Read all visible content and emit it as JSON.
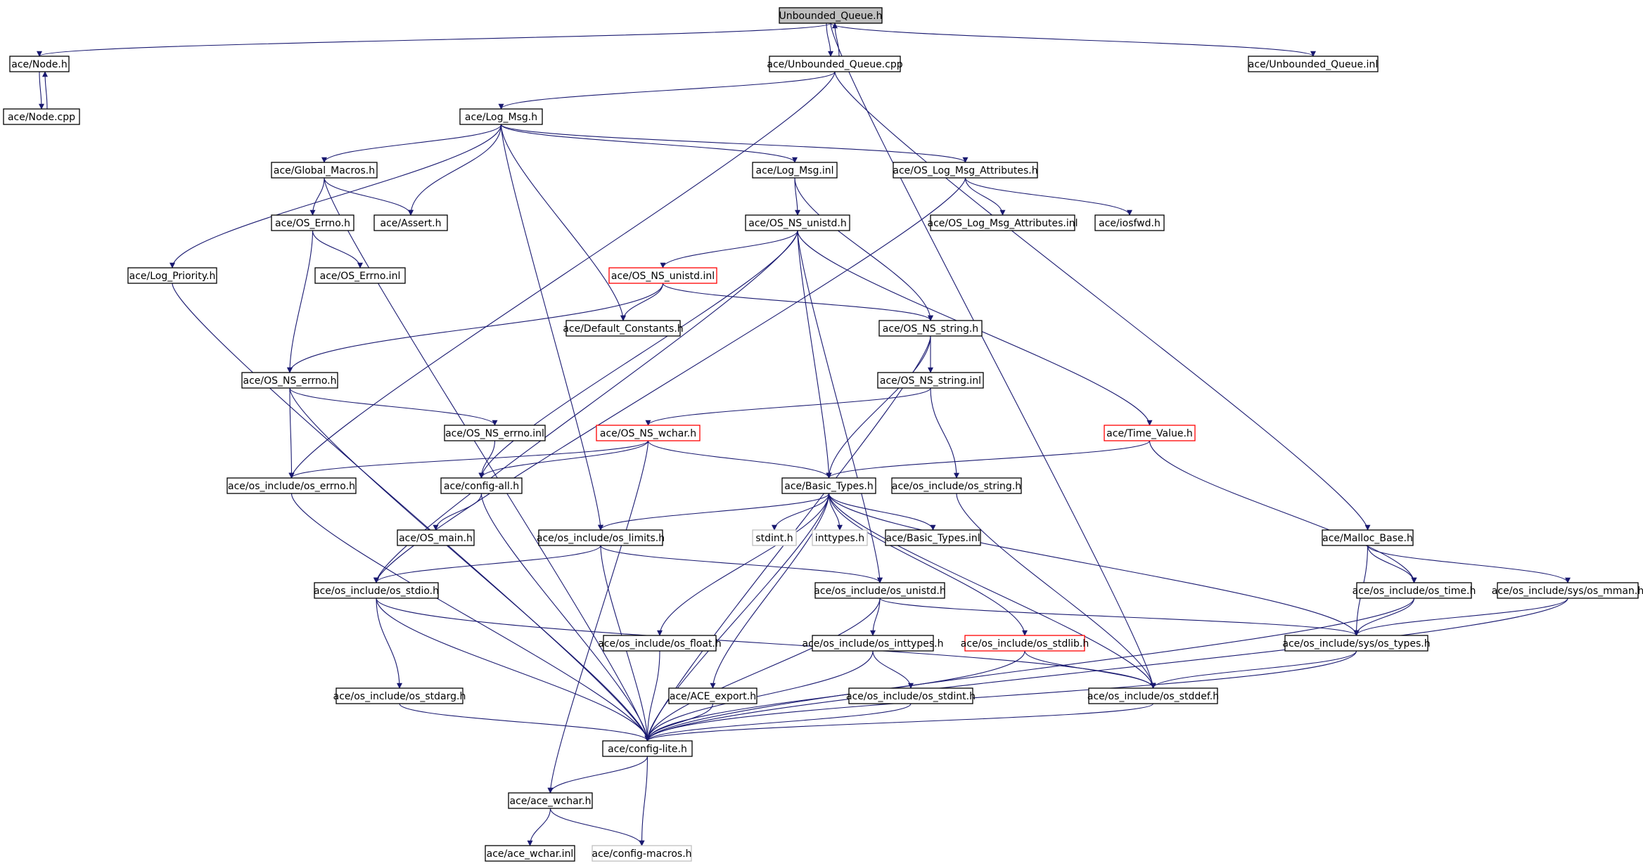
{
  "graph": {
    "colors": {
      "edge": "#191970",
      "root_fill": "#bfbfbf",
      "missing_border": "#ff0000",
      "external_border": "#bfbfbf"
    },
    "nodes": [
      {
        "id": "n0",
        "label": "Unbounded_Queue.h",
        "style": "root"
      },
      {
        "id": "n1",
        "label": "ace/Node.h",
        "style": "normal"
      },
      {
        "id": "n2",
        "label": "ace/Node.cpp",
        "style": "normal"
      },
      {
        "id": "n3",
        "label": "ace/Unbounded_Queue.cpp",
        "style": "normal"
      },
      {
        "id": "n4",
        "label": "ace/Unbounded_Queue.inl",
        "style": "normal"
      },
      {
        "id": "n5",
        "label": "ace/Log_Msg.h",
        "style": "normal"
      },
      {
        "id": "n6",
        "label": "ace/Global_Macros.h",
        "style": "normal"
      },
      {
        "id": "n7",
        "label": "ace/Log_Msg.inl",
        "style": "normal"
      },
      {
        "id": "n8",
        "label": "ace/OS_Log_Msg_Attributes.h",
        "style": "normal"
      },
      {
        "id": "n9",
        "label": "ace/OS_Errno.h",
        "style": "normal"
      },
      {
        "id": "n10",
        "label": "ace/Assert.h",
        "style": "normal"
      },
      {
        "id": "n11",
        "label": "ace/OS_NS_unistd.h",
        "style": "normal"
      },
      {
        "id": "n12",
        "label": "ace/OS_Log_Msg_Attributes.inl",
        "style": "normal"
      },
      {
        "id": "n13",
        "label": "ace/iosfwd.h",
        "style": "normal"
      },
      {
        "id": "n14",
        "label": "ace/Log_Priority.h",
        "style": "normal"
      },
      {
        "id": "n15",
        "label": "ace/OS_Errno.inl",
        "style": "normal"
      },
      {
        "id": "n16",
        "label": "ace/OS_NS_unistd.inl",
        "style": "red"
      },
      {
        "id": "n17",
        "label": "ace/Default_Constants.h",
        "style": "normal"
      },
      {
        "id": "n18",
        "label": "ace/OS_NS_string.h",
        "style": "normal"
      },
      {
        "id": "n19",
        "label": "ace/OS_NS_errno.h",
        "style": "normal"
      },
      {
        "id": "n20",
        "label": "ace/OS_NS_string.inl",
        "style": "normal"
      },
      {
        "id": "n21",
        "label": "ace/OS_NS_errno.inl",
        "style": "normal"
      },
      {
        "id": "n22",
        "label": "ace/OS_NS_wchar.h",
        "style": "red"
      },
      {
        "id": "n23",
        "label": "ace/Time_Value.h",
        "style": "red"
      },
      {
        "id": "n24",
        "label": "ace/os_include/os_errno.h",
        "style": "normal"
      },
      {
        "id": "n25",
        "label": "ace/config-all.h",
        "style": "normal"
      },
      {
        "id": "n26",
        "label": "ace/Basic_Types.h",
        "style": "normal"
      },
      {
        "id": "n27",
        "label": "ace/os_include/os_string.h",
        "style": "normal"
      },
      {
        "id": "n28",
        "label": "ace/OS_main.h",
        "style": "normal"
      },
      {
        "id": "n29",
        "label": "ace/os_include/os_limits.h",
        "style": "normal"
      },
      {
        "id": "n30",
        "label": "stdint.h",
        "style": "gray"
      },
      {
        "id": "n31",
        "label": "inttypes.h",
        "style": "gray"
      },
      {
        "id": "n32",
        "label": "ace/Basic_Types.inl",
        "style": "normal"
      },
      {
        "id": "n33",
        "label": "ace/Malloc_Base.h",
        "style": "normal"
      },
      {
        "id": "n34",
        "label": "ace/os_include/os_stdio.h",
        "style": "normal"
      },
      {
        "id": "n35",
        "label": "ace/os_include/os_unistd.h",
        "style": "normal"
      },
      {
        "id": "n36",
        "label": "ace/os_include/os_time.h",
        "style": "normal"
      },
      {
        "id": "n37",
        "label": "ace/os_include/sys/os_mman.h",
        "style": "normal"
      },
      {
        "id": "n38",
        "label": "ace/os_include/os_float.h",
        "style": "normal"
      },
      {
        "id": "n39",
        "label": "ace/os_include/os_inttypes.h",
        "style": "normal"
      },
      {
        "id": "n40",
        "label": "ace/os_include/os_stdlib.h",
        "style": "red"
      },
      {
        "id": "n41",
        "label": "ace/os_include/sys/os_types.h",
        "style": "normal"
      },
      {
        "id": "n42",
        "label": "ace/os_include/os_stdarg.h",
        "style": "normal"
      },
      {
        "id": "n43",
        "label": "ace/ACE_export.h",
        "style": "normal"
      },
      {
        "id": "n44",
        "label": "ace/os_include/os_stdint.h",
        "style": "normal"
      },
      {
        "id": "n45",
        "label": "ace/os_include/os_stddef.h",
        "style": "normal"
      },
      {
        "id": "n46",
        "label": "ace/config-lite.h",
        "style": "normal"
      },
      {
        "id": "n47",
        "label": "ace/ace_wchar.h",
        "style": "normal"
      },
      {
        "id": "n48",
        "label": "ace/ace_wchar.inl",
        "style": "normal"
      },
      {
        "id": "n49",
        "label": "ace/config-macros.h",
        "style": "gray"
      }
    ],
    "edges": [
      [
        "n0",
        "n1"
      ],
      [
        "n0",
        "n3"
      ],
      [
        "n0",
        "n4"
      ],
      [
        "n0",
        "n45"
      ],
      [
        "n3",
        "n0"
      ],
      [
        "n1",
        "n2"
      ],
      [
        "n2",
        "n1"
      ],
      [
        "n3",
        "n5"
      ],
      [
        "n3",
        "n24"
      ],
      [
        "n3",
        "n33"
      ],
      [
        "n5",
        "n6"
      ],
      [
        "n5",
        "n7"
      ],
      [
        "n5",
        "n8"
      ],
      [
        "n5",
        "n10"
      ],
      [
        "n5",
        "n14"
      ],
      [
        "n5",
        "n17"
      ],
      [
        "n5",
        "n29"
      ],
      [
        "n6",
        "n9"
      ],
      [
        "n6",
        "n10"
      ],
      [
        "n6",
        "n46"
      ],
      [
        "n7",
        "n11"
      ],
      [
        "n7",
        "n18"
      ],
      [
        "n8",
        "n12"
      ],
      [
        "n8",
        "n13"
      ],
      [
        "n8",
        "n34"
      ],
      [
        "n9",
        "n15"
      ],
      [
        "n9",
        "n19"
      ],
      [
        "n11",
        "n16"
      ],
      [
        "n11",
        "n26"
      ],
      [
        "n11",
        "n23"
      ],
      [
        "n11",
        "n34"
      ],
      [
        "n11",
        "n25"
      ],
      [
        "n11",
        "n35"
      ],
      [
        "n16",
        "n17"
      ],
      [
        "n16",
        "n18"
      ],
      [
        "n16",
        "n19"
      ],
      [
        "n18",
        "n20"
      ],
      [
        "n18",
        "n26"
      ],
      [
        "n18",
        "n46"
      ],
      [
        "n20",
        "n22"
      ],
      [
        "n20",
        "n27"
      ],
      [
        "n19",
        "n21"
      ],
      [
        "n19",
        "n24"
      ],
      [
        "n19",
        "n46"
      ],
      [
        "n21",
        "n25"
      ],
      [
        "n22",
        "n24"
      ],
      [
        "n22",
        "n25"
      ],
      [
        "n22",
        "n26"
      ],
      [
        "n22",
        "n47"
      ],
      [
        "n23",
        "n26"
      ],
      [
        "n23",
        "n36"
      ],
      [
        "n24",
        "n46"
      ],
      [
        "n25",
        "n28"
      ],
      [
        "n25",
        "n46"
      ],
      [
        "n26",
        "n29"
      ],
      [
        "n26",
        "n30"
      ],
      [
        "n26",
        "n31"
      ],
      [
        "n26",
        "n32"
      ],
      [
        "n26",
        "n38"
      ],
      [
        "n26",
        "n43"
      ],
      [
        "n26",
        "n40"
      ],
      [
        "n26",
        "n41"
      ],
      [
        "n26",
        "n45"
      ],
      [
        "n26",
        "n46"
      ],
      [
        "n27",
        "n45"
      ],
      [
        "n29",
        "n34"
      ],
      [
        "n29",
        "n35"
      ],
      [
        "n29",
        "n46"
      ],
      [
        "n14",
        "n46"
      ],
      [
        "n33",
        "n36"
      ],
      [
        "n33",
        "n37"
      ],
      [
        "n33",
        "n41"
      ],
      [
        "n34",
        "n42"
      ],
      [
        "n34",
        "n45"
      ],
      [
        "n34",
        "n46"
      ],
      [
        "n35",
        "n39"
      ],
      [
        "n35",
        "n41"
      ],
      [
        "n35",
        "n46"
      ],
      [
        "n36",
        "n41"
      ],
      [
        "n36",
        "n46"
      ],
      [
        "n37",
        "n41"
      ],
      [
        "n37",
        "n46"
      ],
      [
        "n38",
        "n46"
      ],
      [
        "n39",
        "n44"
      ],
      [
        "n39",
        "n46"
      ],
      [
        "n40",
        "n45"
      ],
      [
        "n40",
        "n46"
      ],
      [
        "n41",
        "n45"
      ],
      [
        "n41",
        "n46"
      ],
      [
        "n42",
        "n46"
      ],
      [
        "n43",
        "n46"
      ],
      [
        "n44",
        "n46"
      ],
      [
        "n45",
        "n46"
      ],
      [
        "n46",
        "n47"
      ],
      [
        "n46",
        "n49"
      ],
      [
        "n47",
        "n48"
      ],
      [
        "n47",
        "n49"
      ]
    ]
  }
}
